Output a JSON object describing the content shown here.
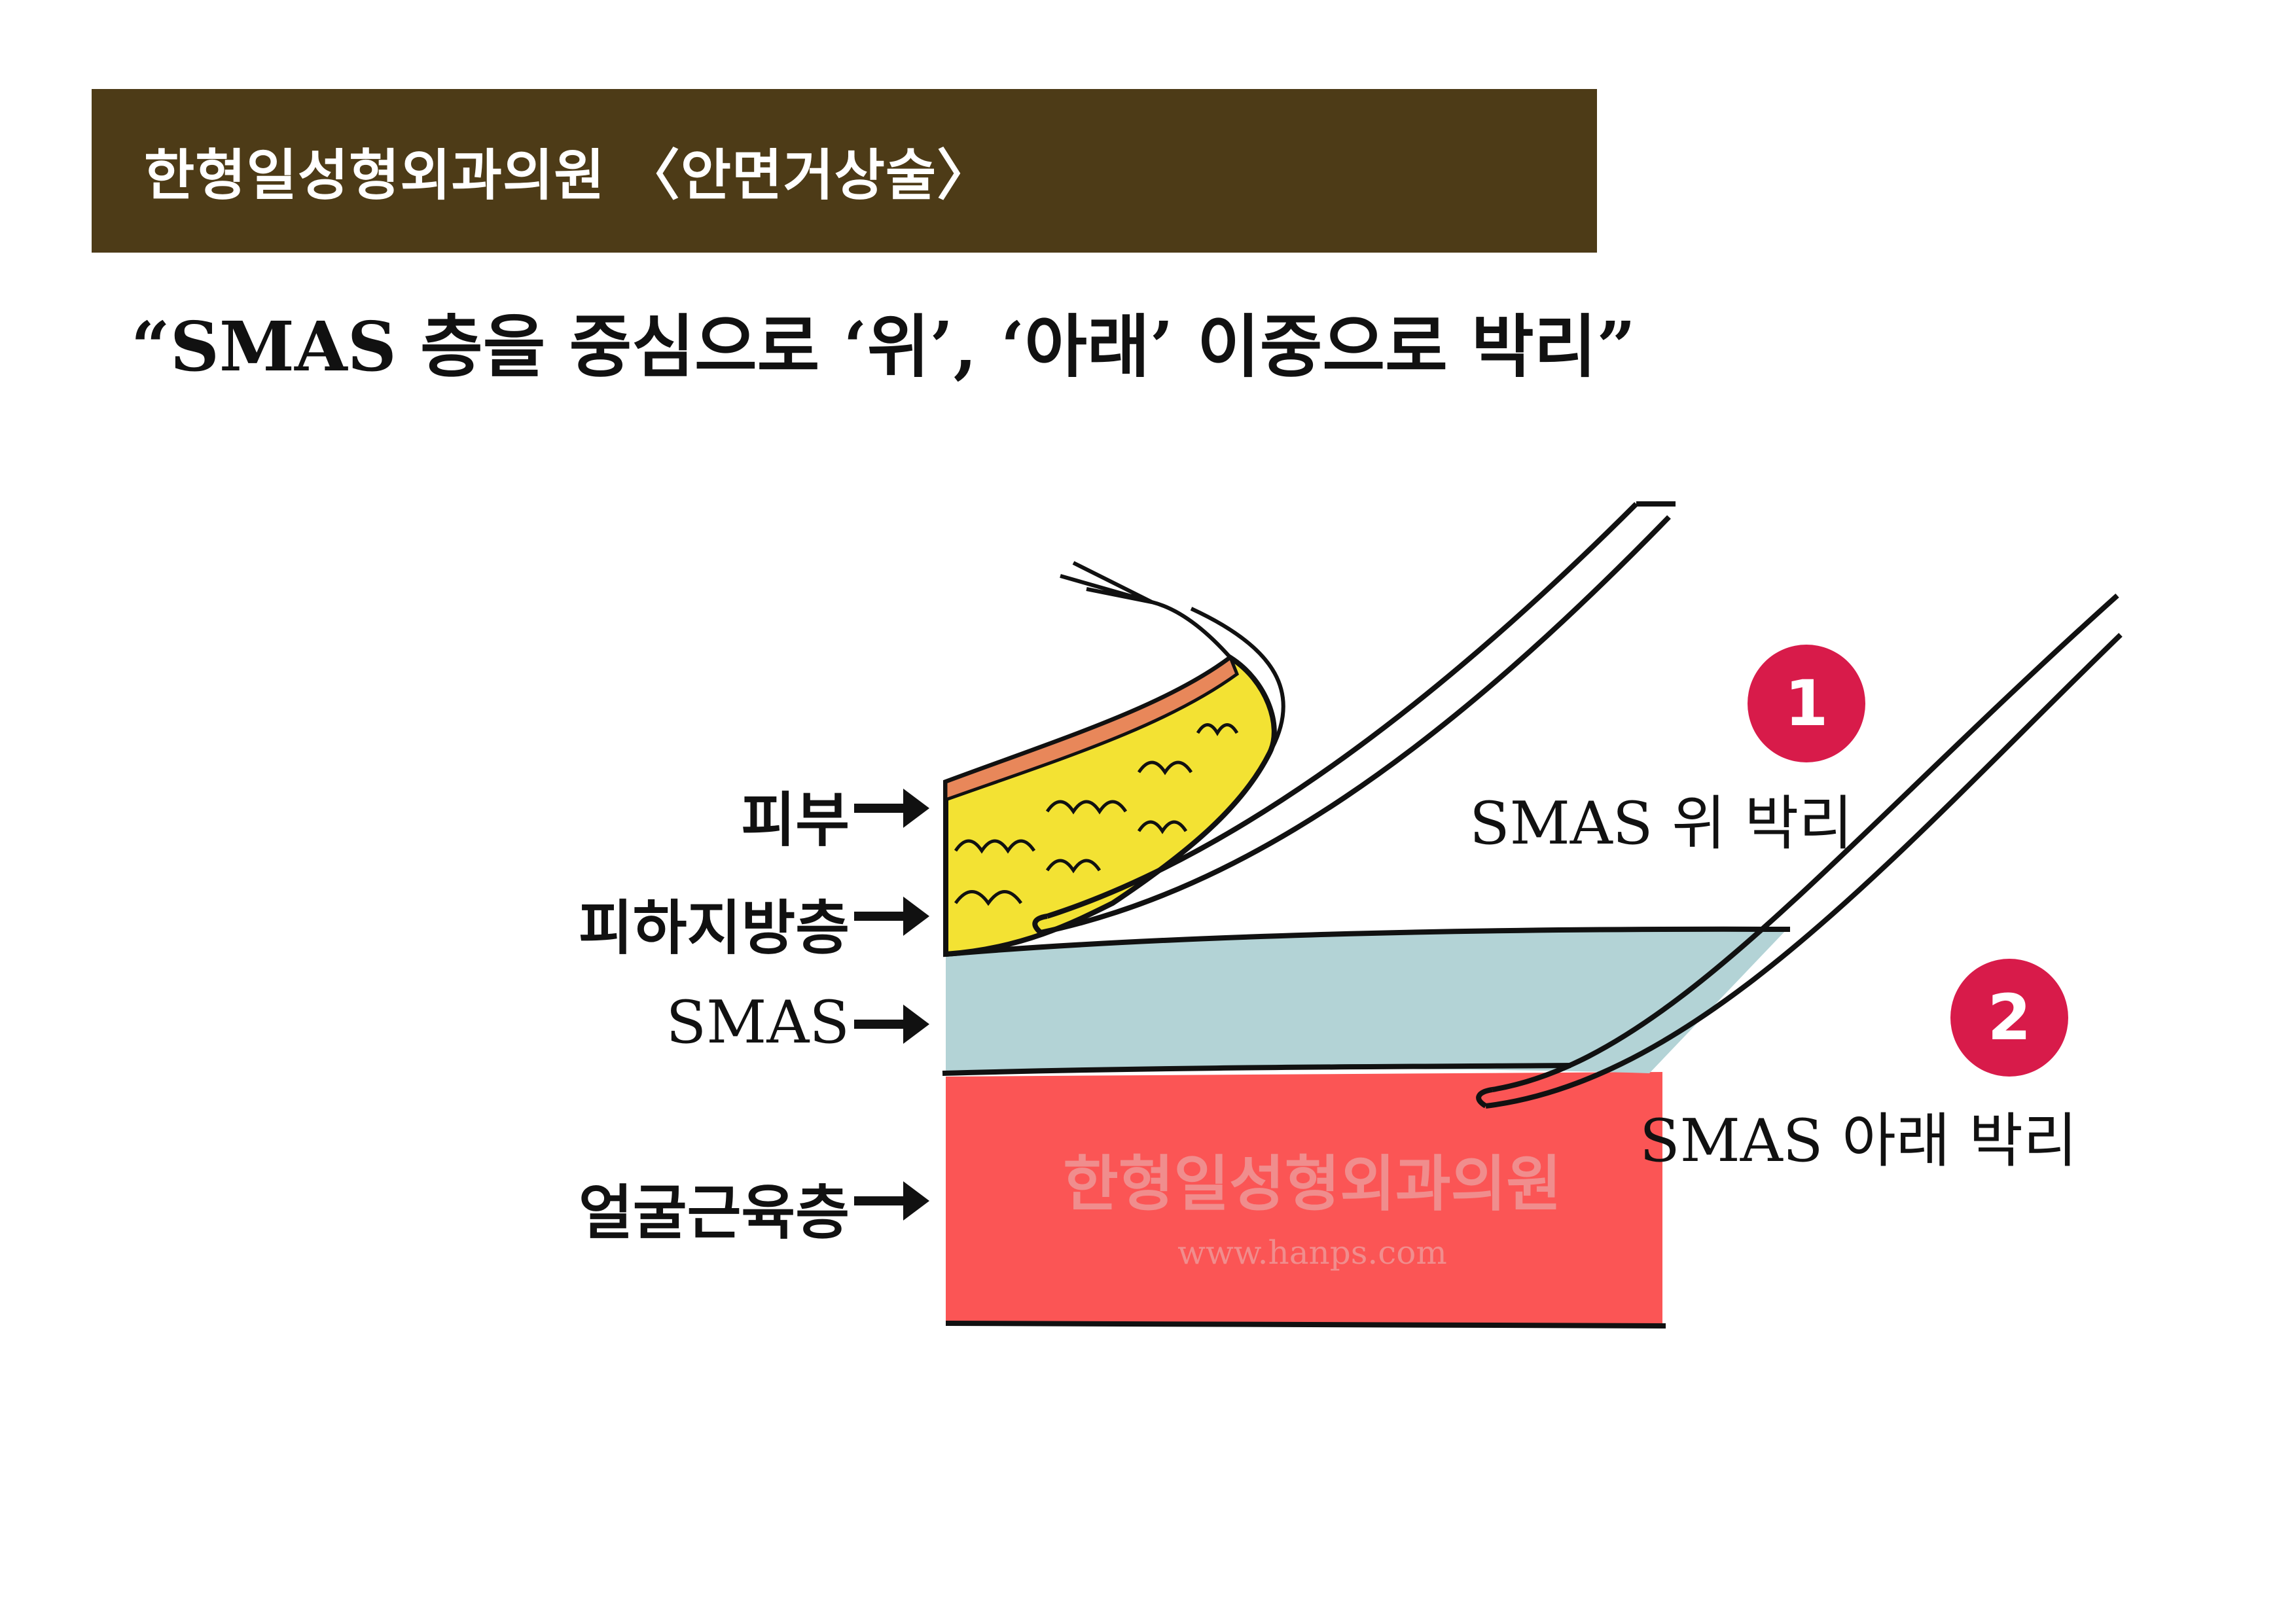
{
  "header": {
    "title": "한형일성형외과의원 〈안면거상술〉",
    "subtitle": "“SMAS 층을 중심으로 ‘위’, ‘아래’ 이중으로 박리”"
  },
  "layers": {
    "skin": "피부",
    "fat": "피하지방층",
    "smas": "SMAS",
    "muscle": "얼굴근육층"
  },
  "procedures": [
    {
      "number": "1",
      "label": "SMAS 위 박리"
    },
    {
      "number": "2",
      "label": "SMAS 아래 박리"
    }
  ],
  "watermark": {
    "name": "한형일성형외과의원",
    "url": "www.hanps.com"
  },
  "colors": {
    "header_bg": "#4d3b17",
    "badge": "#d81b4a",
    "skin": "#e8875a",
    "fat": "#f3e233",
    "smas": "#b3d3d6",
    "muscle": "#fb5555"
  }
}
